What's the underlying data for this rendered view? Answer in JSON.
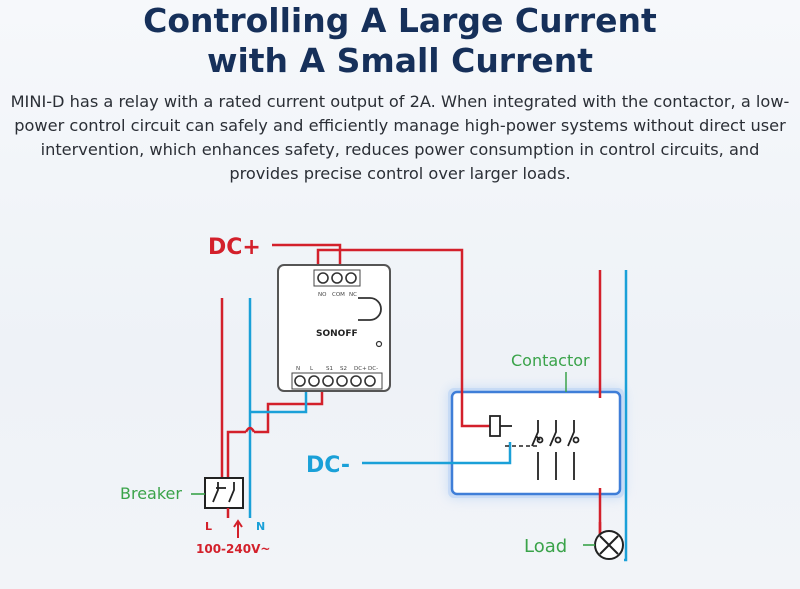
{
  "header": {
    "title_line1": "Controlling A Large Current",
    "title_line2": "with A Small Current",
    "description": "MINI-D has a relay with a rated current output of 2A. When integrated with the contactor, a low-power control circuit can safely and efficiently manage high-power systems without direct user intervention, which enhances safety, reduces power consumption in control circuits, and provides precise control over larger loads."
  },
  "diagram": {
    "dc_plus": "DC+",
    "dc_minus": "DC-",
    "contactor": "Contactor",
    "breaker": "Breaker",
    "load": "Load",
    "voltage": "100-240V~",
    "line_l": "L",
    "line_n": "N",
    "device": {
      "brand": "SONOFF",
      "top_terminals": [
        "NO",
        "COM",
        "NC"
      ],
      "bottom_terminals": [
        "N",
        "L",
        "S1",
        "S2",
        "DC+",
        "DC-"
      ]
    }
  },
  "colors": {
    "live": "#d3202b",
    "neutral": "#1aa0d8",
    "label_green": "#3aa34a",
    "title": "#16305a"
  }
}
